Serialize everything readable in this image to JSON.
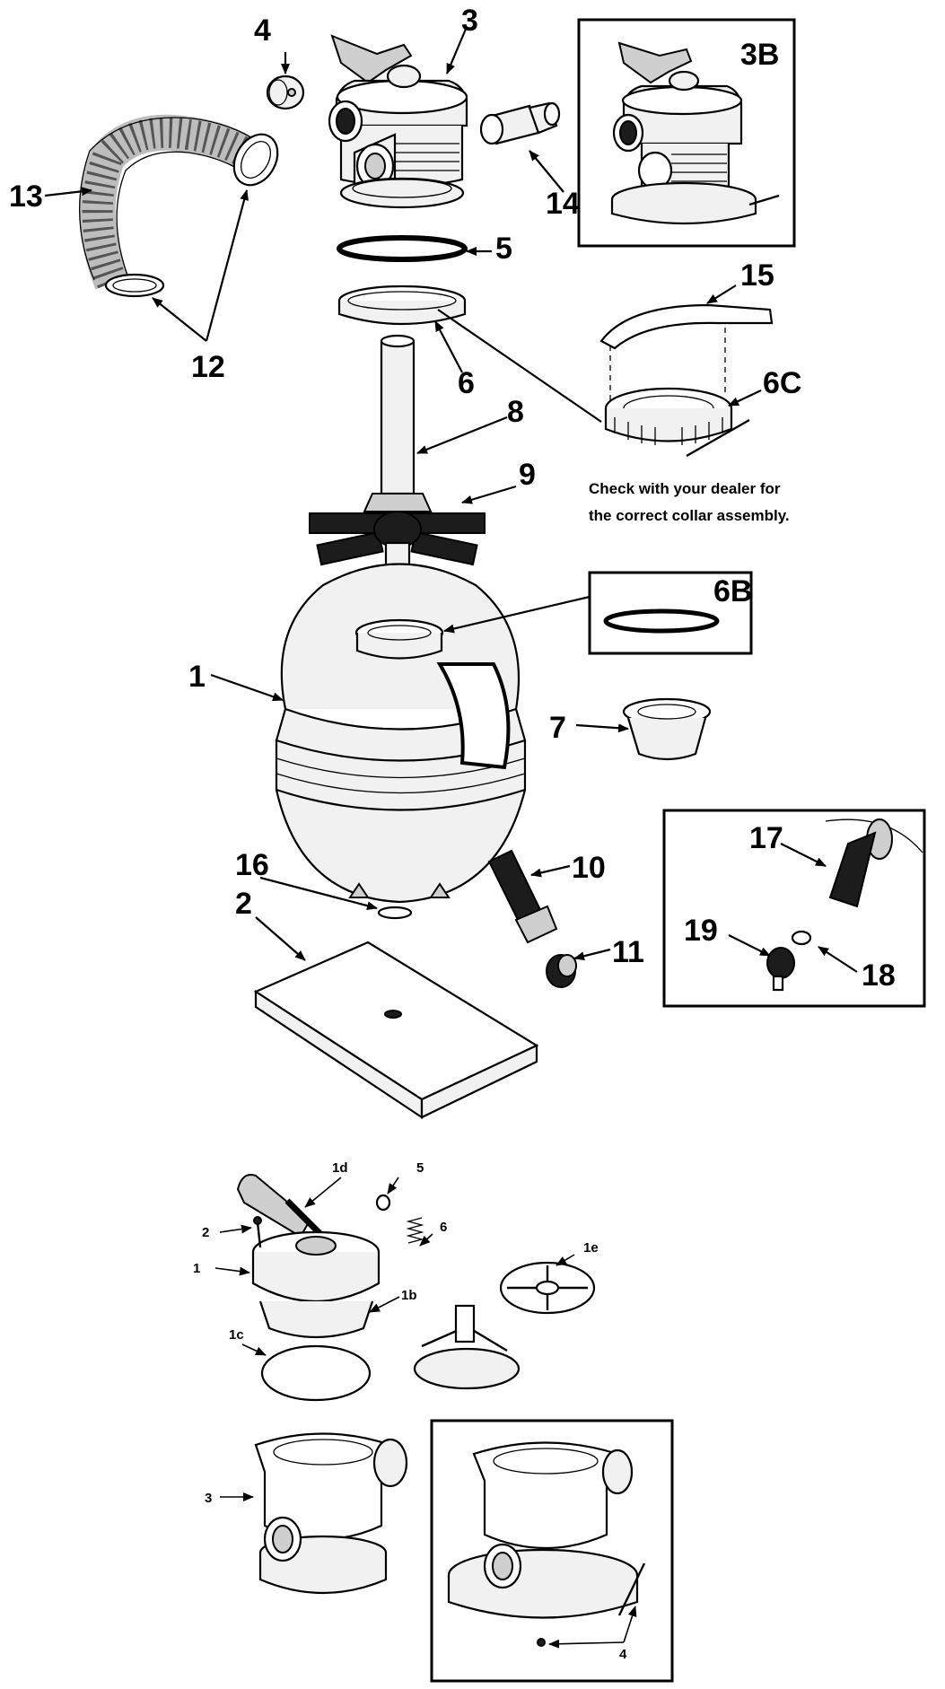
{
  "labels": {
    "l1": "1",
    "l2": "2",
    "l3": "3",
    "l3b": "3B",
    "l4": "4",
    "l5": "5",
    "l6": "6",
    "l6b": "6B",
    "l6c": "6C",
    "l7": "7",
    "l8": "8",
    "l9": "9",
    "l10": "10",
    "l11": "11",
    "l12": "12",
    "l13": "13",
    "l14": "14",
    "l15": "15",
    "l16": "16",
    "l17": "17",
    "l18": "18",
    "l19": "19"
  },
  "note": {
    "line1": "Check with your dealer for",
    "line2": "the correct collar assembly."
  },
  "valve_labels": {
    "v1": "1",
    "v1b": "1b",
    "v1c": "1c",
    "v1d": "1d",
    "v1e": "1e",
    "v2": "2",
    "v3": "3",
    "v4": "4",
    "v5": "5",
    "v6": "6"
  }
}
